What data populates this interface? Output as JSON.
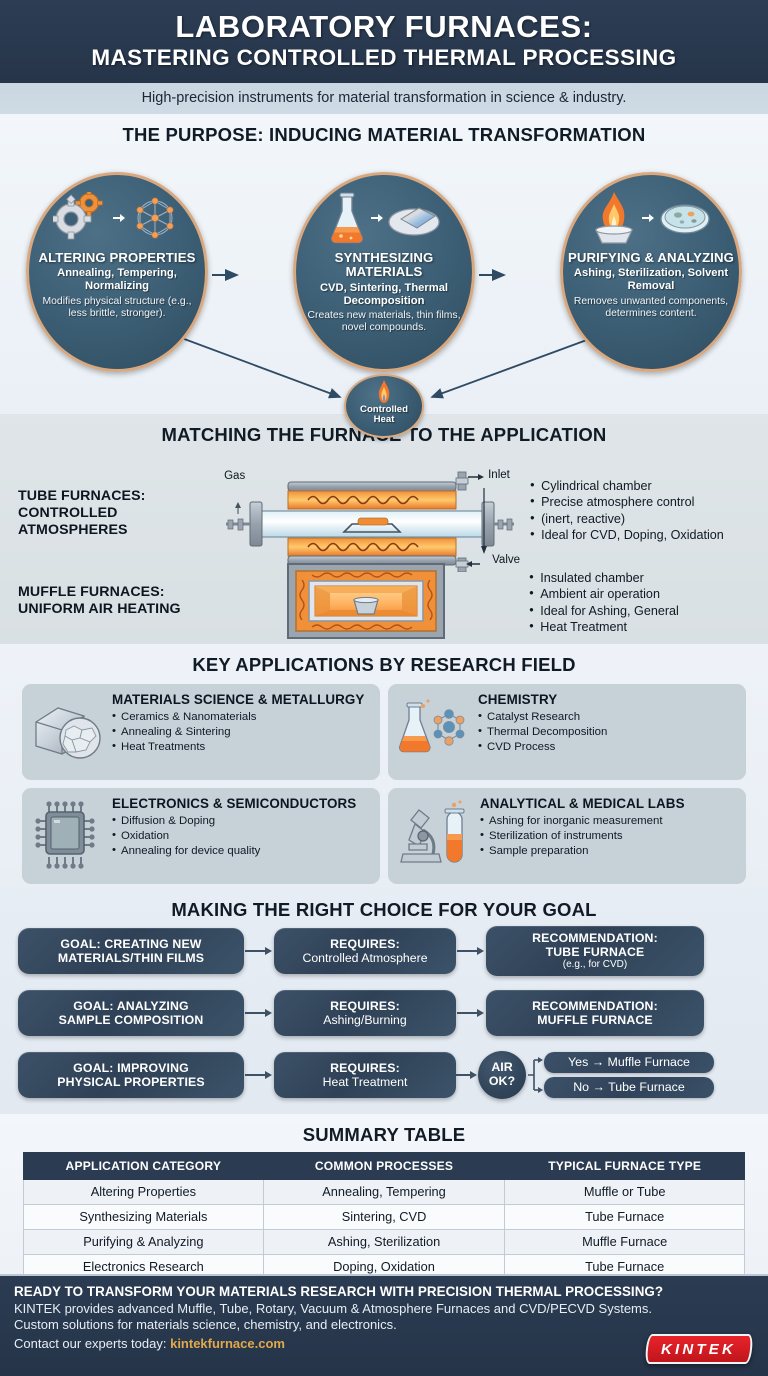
{
  "header": {
    "title_line1": "LABORATORY FURNACES:",
    "title_line2": "MASTERING CONTROLLED THERMAL PROCESSING",
    "subtitle": "High-precision instruments for material transformation in science & industry."
  },
  "purpose": {
    "section_title": "THE PURPOSE: INDUCING MATERIAL TRANSFORMATION",
    "circles": [
      {
        "title": "ALTERING PROPERTIES",
        "processes": "Annealing, Tempering, Normalizing",
        "description": "Modifies physical structure (e.g., less brittle, stronger).",
        "icon_from": "gear-icon",
        "icon_to": "molecular-lattice-icon"
      },
      {
        "title": "SYNTHESIZING MATERIALS",
        "processes": "CVD, Sintering, Thermal Decomposition",
        "description": "Creates new materials, thin films, novel compounds.",
        "icon_from": "erlenmeyer-flask-icon",
        "icon_to": "thin-film-wafer-icon"
      },
      {
        "title": "PURIFYING & ANALYZING",
        "processes": "Ashing, Sterilization, Solvent Removal",
        "description": "Removes unwanted components, determines content.",
        "icon_from": "flame-crucible-icon",
        "icon_to": "petri-dish-icon"
      }
    ],
    "hub": {
      "label_line1": "Controlled",
      "label_line2": "Heat",
      "icon": "flame-icon"
    }
  },
  "matching": {
    "section_title": "MATCHING THE FURNACE TO THE APPLICATION",
    "tube": {
      "label_line1": "TUBE FURNACES:",
      "label_line2": "CONTROLLED ATMOSPHERES",
      "diagram_labels": {
        "gas": "Gas",
        "inlet": "Inlet",
        "valve": "Valve"
      },
      "bullets": [
        "Cylindrical chamber",
        "Precise atmosphere control",
        "(inert, reactive)",
        "Ideal for CVD, Doping, Oxidation"
      ]
    },
    "muffle": {
      "label_line1": "MUFFLE FURNACES:",
      "label_line2": "UNIFORM AIR HEATING",
      "bullets": [
        "Insulated chamber",
        "Ambient air operation",
        "Ideal for Ashing, General",
        "Heat Treatment"
      ]
    }
  },
  "applications": {
    "section_title": "KEY APPLICATIONS BY RESEARCH FIELD",
    "cards": [
      {
        "title": "MATERIALS SCIENCE & METALLURGY",
        "icon": "metal-block-microstructure-icon",
        "items": [
          "Ceramics & Nanomaterials",
          "Annealing & Sintering",
          "Heat Treatments"
        ]
      },
      {
        "title": "CHEMISTRY",
        "icon": "flask-molecule-icon",
        "items": [
          "Catalyst Research",
          "Thermal Decomposition",
          "CVD Process"
        ]
      },
      {
        "title": "ELECTRONICS & SEMICONDUCTORS",
        "icon": "microchip-icon",
        "items": [
          "Diffusion & Doping",
          "Oxidation",
          "Annealing for device quality"
        ]
      },
      {
        "title": "ANALYTICAL & MEDICAL LABS",
        "icon": "microscope-test-tube-icon",
        "items": [
          "Ashing for inorganic measurement",
          "Sterilization of instruments",
          "Sample preparation"
        ]
      }
    ]
  },
  "decision": {
    "section_title": "MAKING THE RIGHT CHOICE FOR YOUR GOAL",
    "rows": [
      {
        "goal_line1": "GOAL: CREATING NEW",
        "goal_line2": "MATERIALS/THIN FILMS",
        "requires_label": "REQUIRES:",
        "requires_value": "Controlled Atmosphere",
        "rec_label": "RECOMMENDATION:",
        "rec_value": "TUBE FURNACE",
        "rec_note": "(e.g., for CVD)"
      },
      {
        "goal_line1": "GOAL: ANALYZING",
        "goal_line2": "SAMPLE COMPOSITION",
        "requires_label": "REQUIRES:",
        "requires_value": "Ashing/Burning",
        "rec_label": "RECOMMENDATION:",
        "rec_value": "MUFFLE FURNACE",
        "rec_note": ""
      },
      {
        "goal_line1": "GOAL: IMPROVING",
        "goal_line2": "PHYSICAL PROPERTIES",
        "requires_label": "REQUIRES:",
        "requires_value": "Heat Treatment",
        "decision_line1": "AIR",
        "decision_line2": "OK?",
        "branch_yes": "Yes → Muffle Furnace",
        "branch_no": "No → Tube Furnace"
      }
    ]
  },
  "summary": {
    "section_title": "SUMMARY TABLE",
    "columns": [
      "APPLICATION CATEGORY",
      "COMMON PROCESSES",
      "TYPICAL FURNACE TYPE"
    ],
    "rows": [
      [
        "Altering Properties",
        "Annealing, Tempering",
        "Muffle or Tube"
      ],
      [
        "Synthesizing Materials",
        "Sintering, CVD",
        "Tube Furnace"
      ],
      [
        "Purifying & Analyzing",
        "Ashing, Sterilization",
        "Muffle Furnace"
      ],
      [
        "Electronics Research",
        "Doping, Oxidation",
        "Tube Furnace"
      ]
    ]
  },
  "footer": {
    "headline": "READY TO TRANSFORM YOUR MATERIALS RESEARCH WITH PRECISION THERMAL PROCESSING?",
    "body": "KINTEK provides advanced Muffle, Tube, Rotary, Vacuum & Atmosphere Furnaces and CVD/PECVD Systems. Custom solutions for materials science, chemistry, and electronics.",
    "contact_prefix": "Contact our experts today: ",
    "contact_link": "kintekfurnace.com",
    "logo_text": "KINTEK"
  },
  "colors": {
    "navy": "#2b3c52",
    "accent_orange": "#e2a84a",
    "circle_border": "#d9a87e",
    "logo_red": "#e8232a"
  }
}
